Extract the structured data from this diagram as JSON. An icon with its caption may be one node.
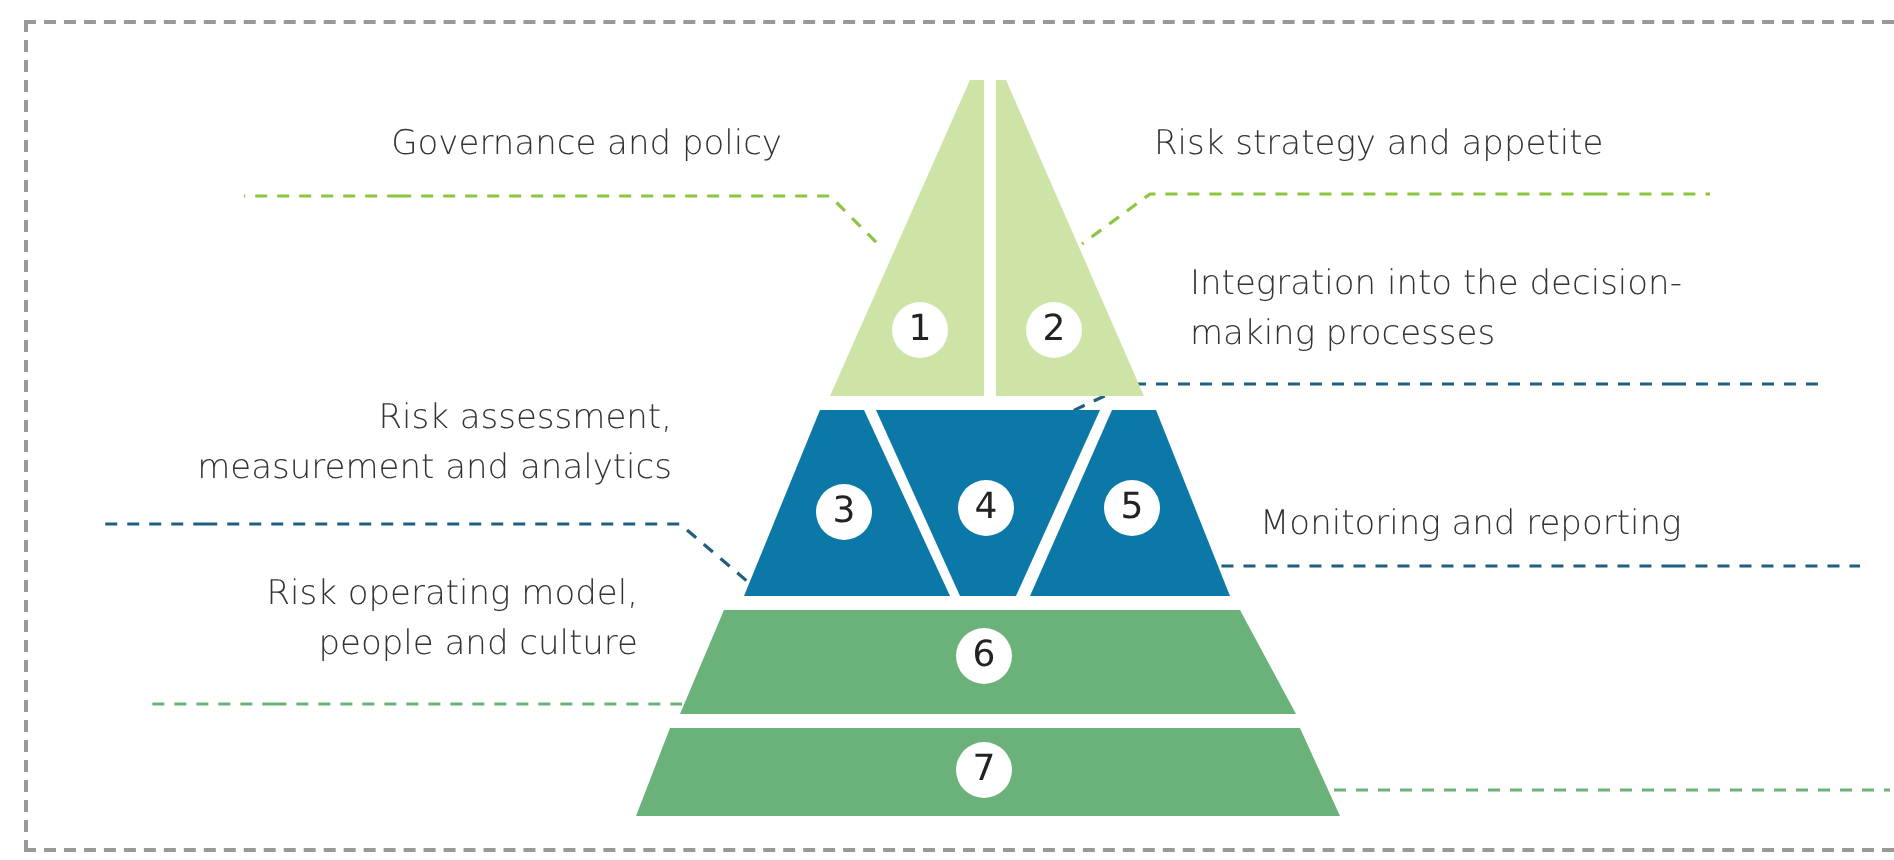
{
  "diagram": {
    "nodes": [
      {
        "text": [
          "Governance and policy"
        ]
      },
      {
        "text": [
          "Risk strategy and appetite"
        ]
      },
      {
        "text": [
          "Integration into the decision-making processes"
        ]
      },
      {
        "text": [
          "Risk assessment, measurement and analytics"
        ]
      },
      {
        "text": [
          "Monitoring and reporting"
        ]
      },
      {
        "text": [
          "Risk operating model, people and culture"
        ]
      },
      {
        "text": [
          "1"
        ]
      },
      {
        "text": [
          "2"
        ]
      },
      {
        "text": [
          "3"
        ]
      },
      {
        "text": [
          "4"
        ]
      },
      {
        "text": [
          "5"
        ]
      },
      {
        "text": [
          "6"
        ]
      },
      {
        "text": [
          "7"
        ]
      }
    ],
    "edges": [
      {
        "from": 0,
        "to": 6,
        "arrow": "none",
        "style": "dashed",
        "color": "#8cc63f"
      },
      {
        "from": 1,
        "to": 7,
        "arrow": "none",
        "style": "dashed",
        "color": "#8cc63f"
      },
      {
        "from": 2,
        "to": 9,
        "arrow": "none",
        "style": "dashed",
        "color": "#1f5f7f"
      },
      {
        "from": 3,
        "to": 8,
        "arrow": "none",
        "style": "dashed",
        "color": "#1f5f7f"
      },
      {
        "from": 4,
        "to": 10,
        "arrow": "none",
        "style": "dashed",
        "color": "#1f5f7f"
      },
      {
        "from": 5,
        "to": 11,
        "arrow": "none",
        "style": "dashed",
        "color": "#6ab27a"
      },
      {
        "from": 12,
        "to": null,
        "arrow": "none",
        "style": "dashed",
        "color": "#6ab27a"
      }
    ]
  }
}
